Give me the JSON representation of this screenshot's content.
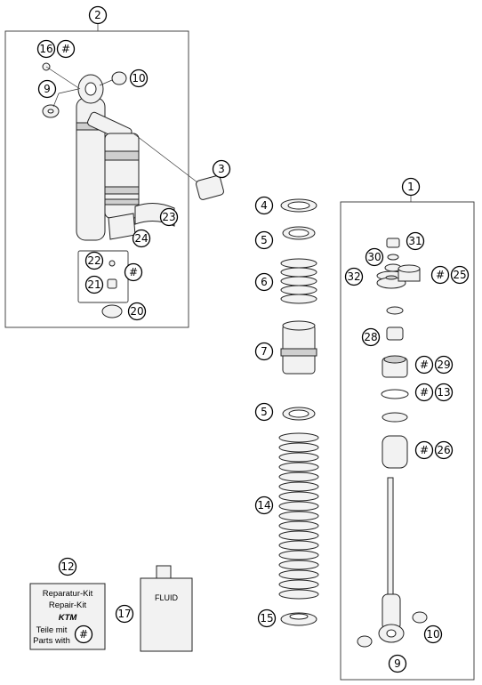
{
  "callouts": {
    "c1": "1",
    "c2": "2",
    "c3": "3",
    "c4": "4",
    "c5a": "5",
    "c5b": "5",
    "c6": "6",
    "c7": "7",
    "c9a": "9",
    "c9b": "9",
    "c10a": "10",
    "c10b": "10",
    "c12": "12",
    "c13": "13",
    "c14": "14",
    "c15": "15",
    "c16": "16",
    "c17": "17",
    "c20": "20",
    "c21": "21",
    "c22": "22",
    "c23": "23",
    "c24": "24",
    "c25": "25",
    "c26": "26",
    "c28": "28",
    "c29": "29",
    "c30": "30",
    "c31": "31",
    "c32": "32",
    "h16": "#",
    "h2122": "#",
    "h25": "#",
    "h29": "#",
    "h13": "#",
    "h26": "#",
    "hkit": "#"
  },
  "kit": {
    "line1": "Reparatur-Kit",
    "line2": "Repair-Kit",
    "logo": "KTM",
    "line3": "Teile mit",
    "line4": "Parts with"
  },
  "fluid": {
    "label": "FLUID"
  }
}
